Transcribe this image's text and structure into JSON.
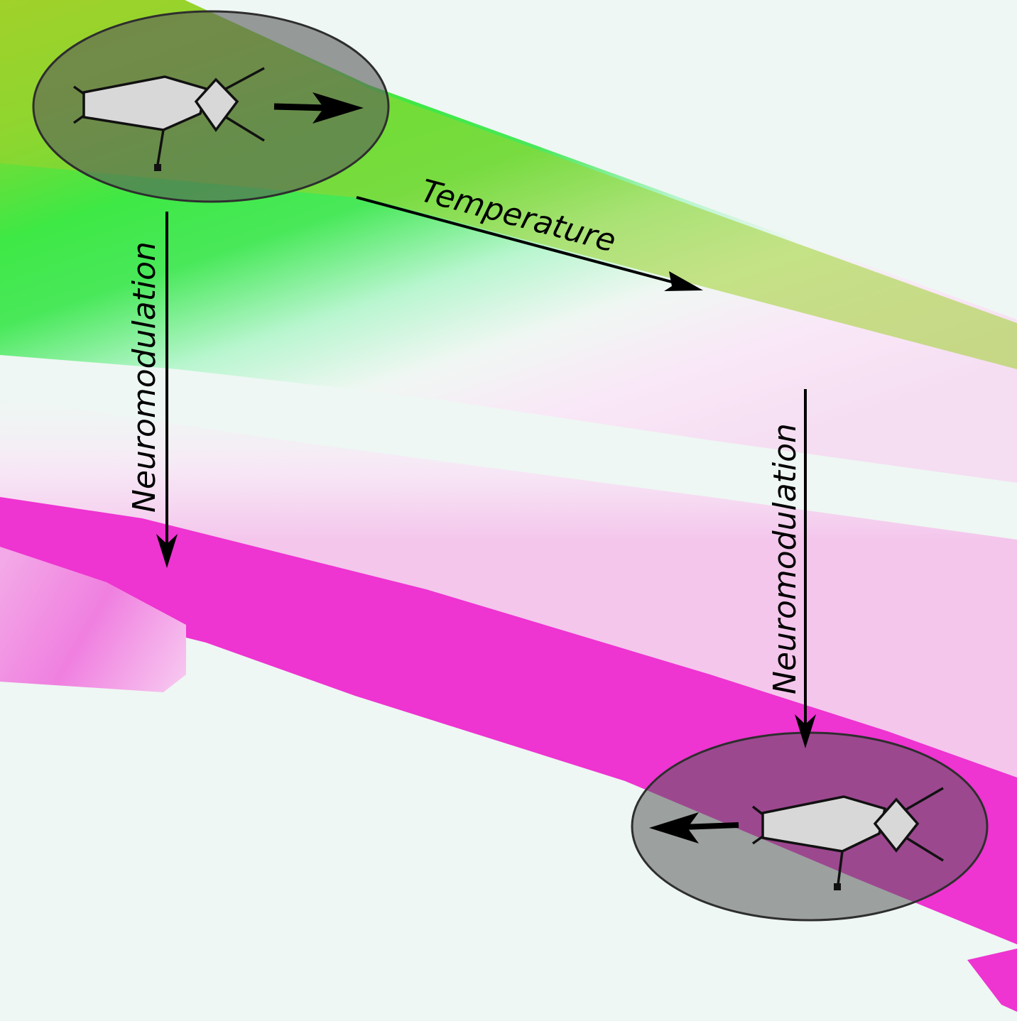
{
  "labels": {
    "temperature": "Temperature",
    "neuromodulation_left": "Neuromodulation",
    "neuromodulation_right": "Neuromodulation"
  },
  "colors": {
    "background": "#eef7f3",
    "lime": "#9ad52c",
    "green": "#3fe840",
    "magenta": "#ee34d1",
    "pink_fade": "#f7e9f7",
    "ellipse_top_fill": "#6f6a50",
    "ellipse_bottom_fill": "#74667a"
  },
  "icons": [
    "neuron-icon",
    "arrow-right-icon",
    "arrow-left-icon"
  ]
}
